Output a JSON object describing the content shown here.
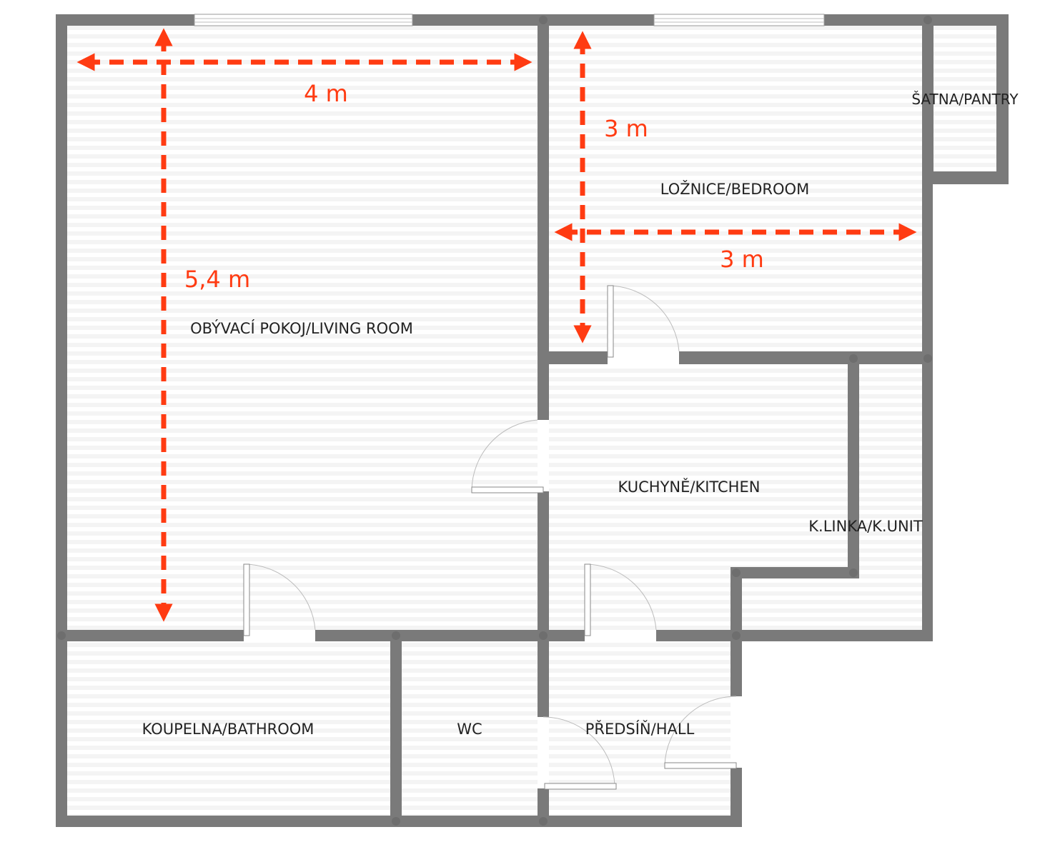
{
  "colors": {
    "wall": "#7a7a7a",
    "wall_dark": "#6e6e6e",
    "floor_a": "#f4f4f4",
    "floor_b": "#ffffff",
    "dimension": "#ff3b12",
    "label": "#222222",
    "door": "#ffffff",
    "door_stroke": "#999999"
  },
  "rooms": {
    "living": "OBÝVACÍ POKOJ/LIVING ROOM",
    "bedroom": "LOŽNICE/BEDROOM",
    "pantry": "ŠATNA/PANTRY",
    "kitchen": "KUCHYNĚ/KITCHEN",
    "kitchen_unit": "K.LINKA/K.UNIT",
    "bathroom": "KOUPELNA/BATHROOM",
    "wc": "WC",
    "hall": "PŘEDSÍŇ/HALL"
  },
  "dimensions": {
    "living_width": "4 m",
    "living_length": "5,4 m",
    "bedroom_length": "3 m",
    "bedroom_width": "3 m"
  }
}
